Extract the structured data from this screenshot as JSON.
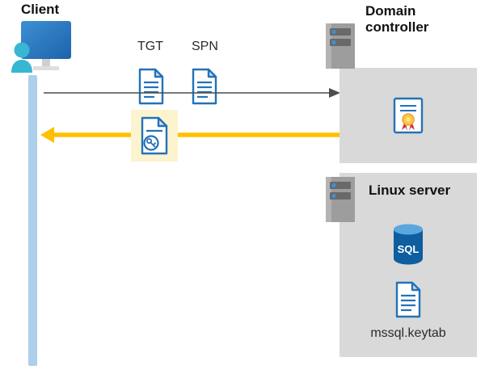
{
  "client": {
    "label": "Client"
  },
  "tickets": {
    "tgt": "TGT",
    "spn": "SPN"
  },
  "domain_controller": {
    "label": "Domain controller"
  },
  "linux_server": {
    "label": "Linux server",
    "sql": "SQL",
    "keytab": "mssql.keytab"
  },
  "colors": {
    "accent_blue": "#2372ba",
    "person_teal": "#38b7d2",
    "timeline_bar_blue": "#aecfec",
    "highlight_yellow": "#fcf3cf",
    "ticket_arrow_yellow": "#ffc000",
    "request_arrow_gray": "#4d4d4d",
    "panel_gray": "#d9d9d9",
    "sql_blue": "#0e5ea0",
    "certificate_seal_yellow": "#ffc83d",
    "certificate_ribbon_red": "#d13438"
  }
}
